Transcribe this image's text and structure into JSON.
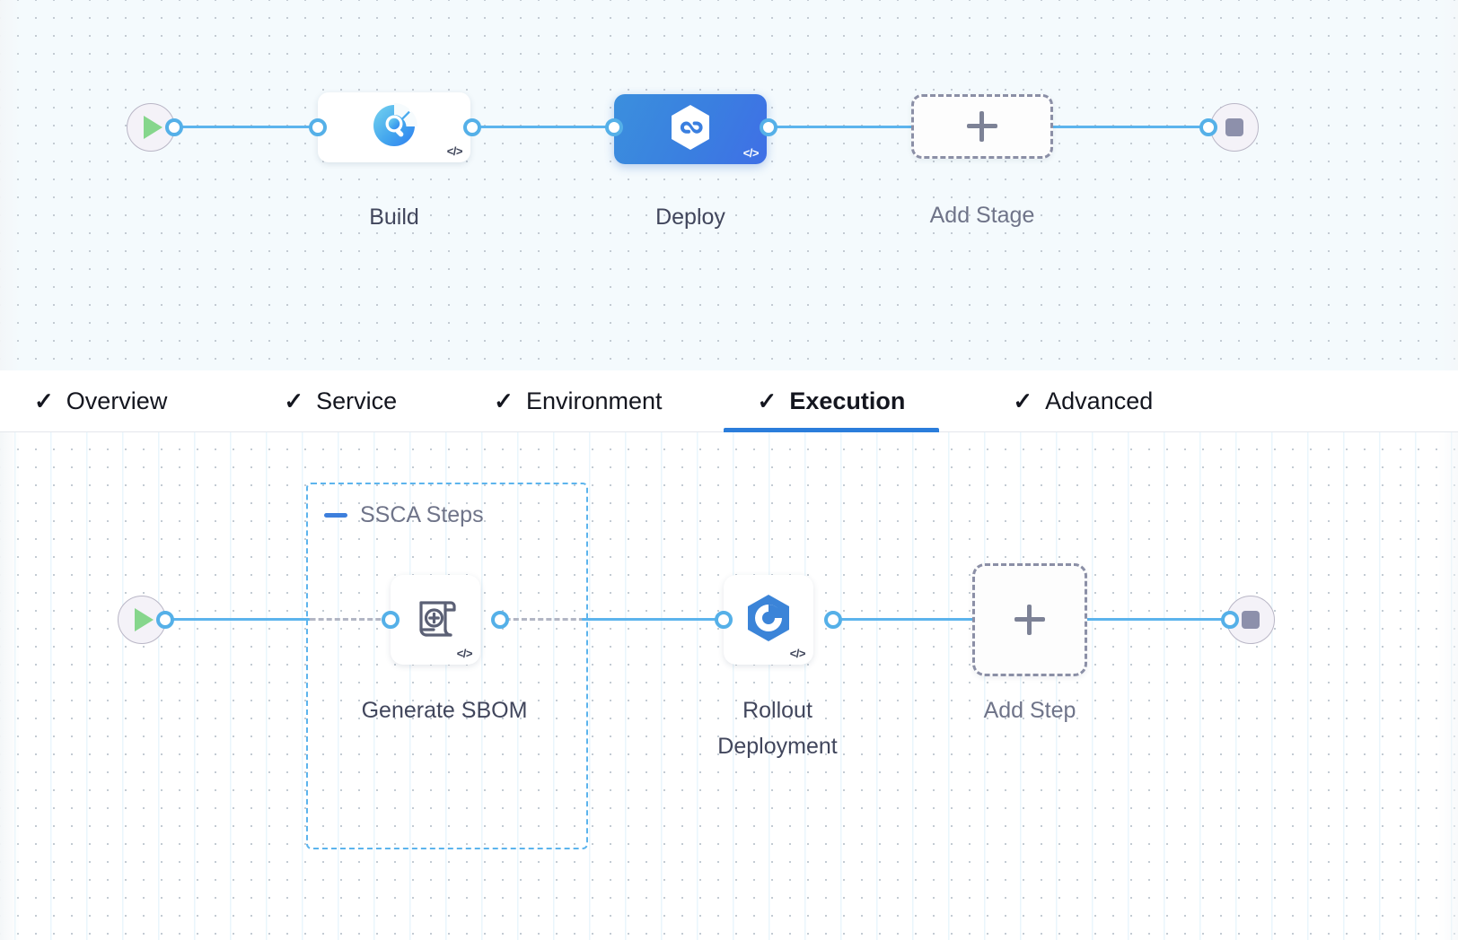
{
  "stage_canvas": {
    "start_node": {
      "icon": "play-icon"
    },
    "end_node": {
      "icon": "stop-icon"
    },
    "stages": [
      {
        "id": "build",
        "label": "Build",
        "icon": "build-ci-icon",
        "code_tag": "</>",
        "selected": false
      },
      {
        "id": "deploy",
        "label": "Deploy",
        "icon": "deploy-cd-hexagon-icon",
        "code_tag": "</>",
        "selected": true
      }
    ],
    "add_stage": {
      "label": "Add Stage",
      "icon": "plus-icon"
    }
  },
  "tabs": [
    {
      "id": "overview",
      "label": "Overview",
      "check": "✓",
      "active": false
    },
    {
      "id": "service",
      "label": "Service",
      "check": "✓",
      "active": false
    },
    {
      "id": "environment",
      "label": "Environment",
      "check": "✓",
      "active": false
    },
    {
      "id": "execution",
      "label": "Execution",
      "check": "✓",
      "active": true
    },
    {
      "id": "advanced",
      "label": "Advanced",
      "check": "✓",
      "active": false
    }
  ],
  "step_canvas": {
    "start_node": {
      "icon": "play-icon"
    },
    "end_node": {
      "icon": "stop-icon"
    },
    "group": {
      "title": "SSCA Steps",
      "collapse_icon": "minus-icon"
    },
    "steps": [
      {
        "id": "generate-sbom",
        "label": "Generate SBOM",
        "icon": "sbom-scroll-plus-icon",
        "code_tag": "</>"
      },
      {
        "id": "rollout-deployment",
        "label": "Rollout\nDeployment",
        "icon": "rollout-hexagon-refresh-icon",
        "code_tag": "</>"
      }
    ],
    "add_step": {
      "label": "Add Step",
      "icon": "plus-icon"
    }
  },
  "colors": {
    "connector": "#5cb4ed",
    "connector_dashed": "#b2b6c4",
    "selected_stage": "#3a7fe0",
    "group_border": "#5cb4ed",
    "tab_active_underline": "#2b7ddb",
    "start_play": "#86d68c",
    "stop_square": "#8d90ab"
  }
}
